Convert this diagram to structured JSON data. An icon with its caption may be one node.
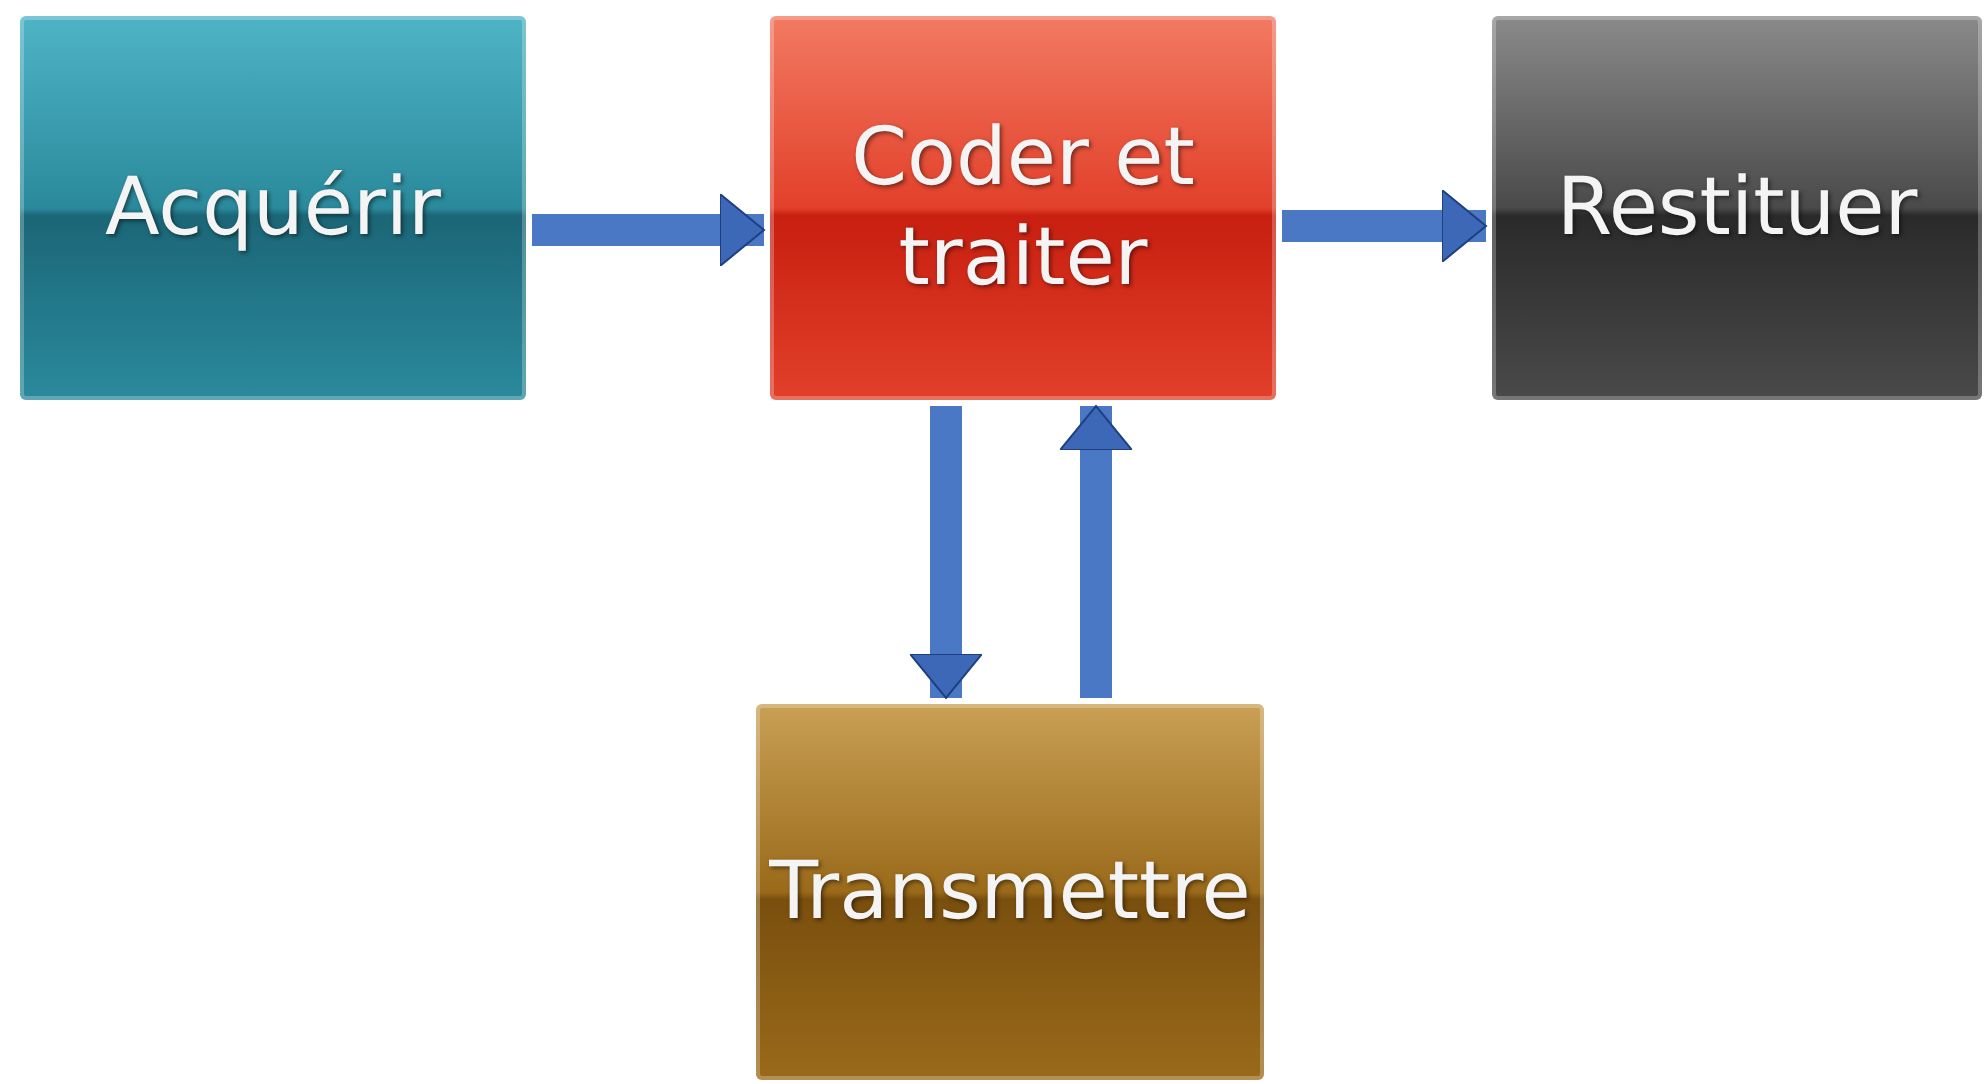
{
  "diagram": {
    "nodes": [
      {
        "text": [
          "Acquérir"
        ]
      },
      {
        "text": [
          "Coder et traiter"
        ]
      },
      {
        "text": [
          "Restituer"
        ]
      },
      {
        "text": [
          "Transmettre"
        ]
      }
    ],
    "edges": [
      {
        "from": 0,
        "to": 1,
        "arrow": "to"
      },
      {
        "from": 1,
        "to": 2,
        "arrow": "to"
      },
      {
        "from": 1,
        "to": 3,
        "arrow": "to"
      },
      {
        "from": 3,
        "to": 1,
        "arrow": "to"
      }
    ]
  }
}
